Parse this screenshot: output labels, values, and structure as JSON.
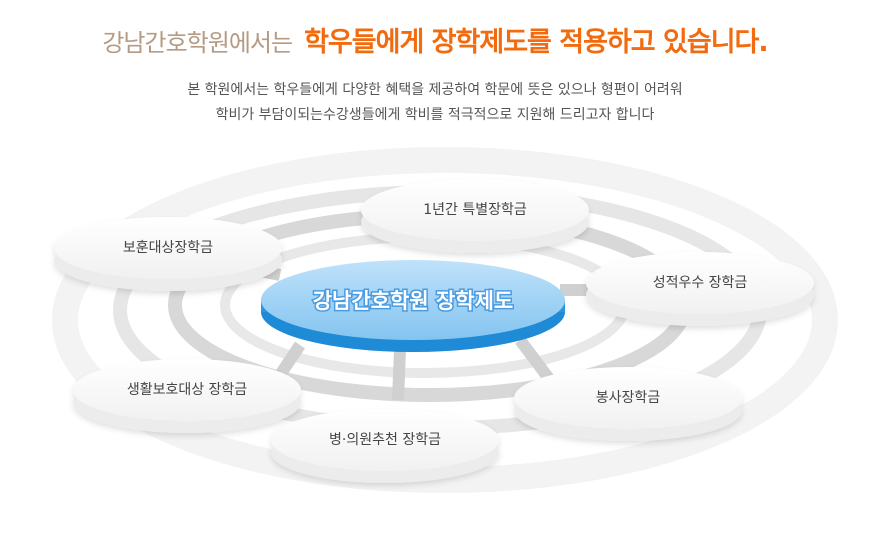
{
  "header": {
    "title_prefix": "강남간호학원에서는",
    "title_emphasis": "학우들에게 장학제도를 적용하고 있습니다."
  },
  "intro": {
    "line1": "본 학원에서는 학우들에게 다양한 혜택을 제공하여 학문에 뜻은 있으나 형편이 어려워",
    "line2": "학비가 부담이되는수강생들에게 학비를 적극적으로 지원해 드리고자 합니다"
  },
  "diagram": {
    "center": "강남간호학원 장학제도",
    "items": [
      "1년간 특별장학금",
      "보훈대상장학금",
      "성적우수 장학금",
      "생활보호대상 장학금",
      "봉사장학금",
      "병·의원추천 장학금"
    ]
  },
  "colors": {
    "accent": "#f26b0f",
    "title_muted": "#b59a84",
    "center_disc": "#8ecaf2"
  }
}
